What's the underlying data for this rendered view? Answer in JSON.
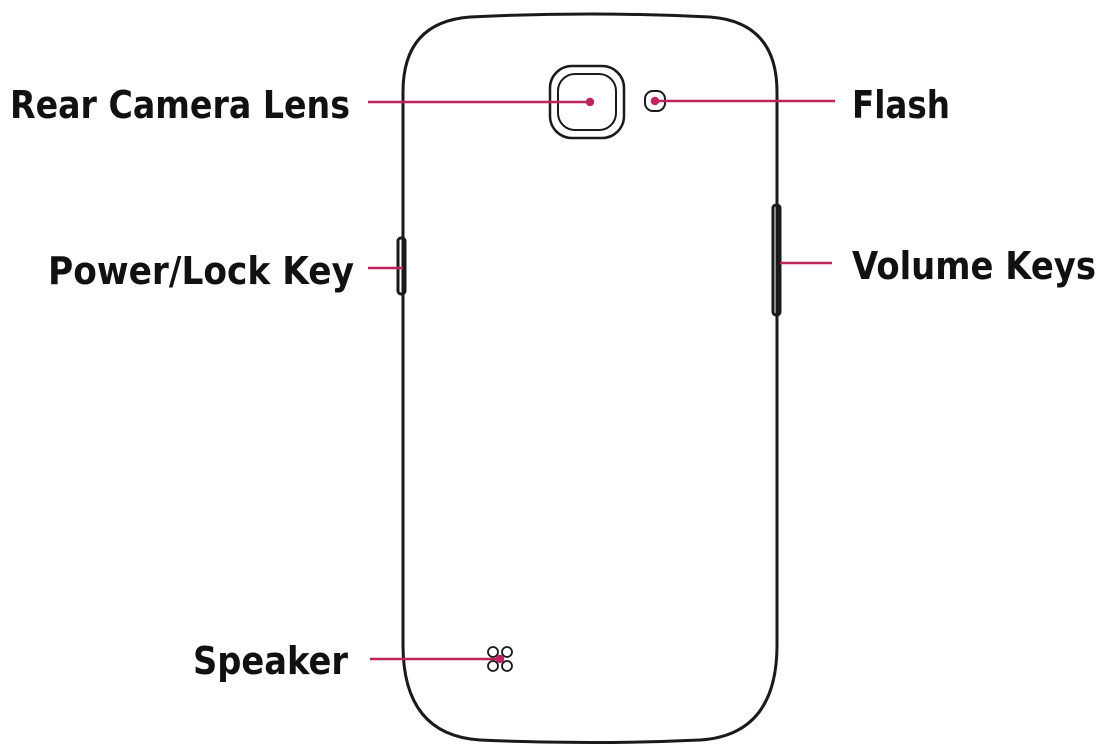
{
  "labels": {
    "rear_camera_lens": "Rear Camera Lens",
    "flash": "Flash",
    "power_lock_key": "Power/Lock Key",
    "volume_keys": "Volume Keys",
    "speaker": "Speaker"
  },
  "colors": {
    "leader_line": "#c0245e",
    "outline": "#1a1a1a",
    "text": "#111111"
  }
}
